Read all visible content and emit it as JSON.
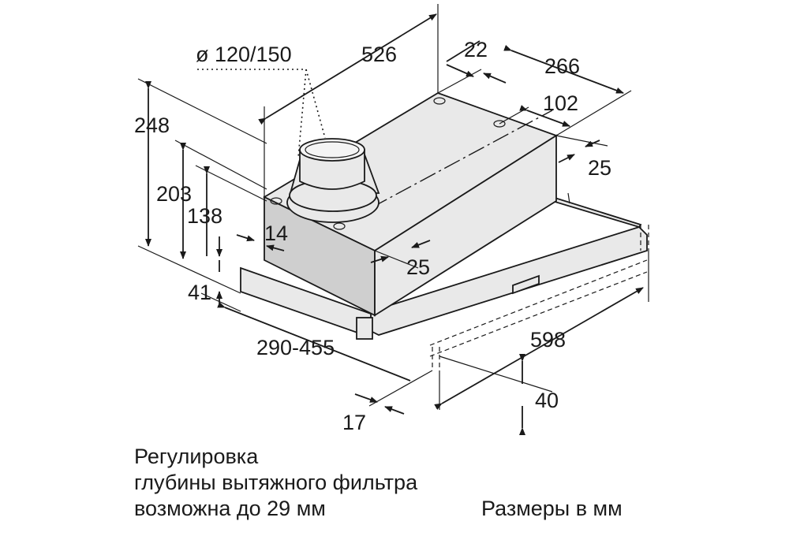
{
  "dimensions": {
    "duct_diameter": "ø 120/150",
    "depth_top": "526",
    "offset_22": "22",
    "depth_266": "266",
    "offset_102": "102",
    "offset_25_right": "25",
    "height_248": "248",
    "height_203": "203",
    "height_138": "138",
    "offset_14": "14",
    "offset_25_front": "25",
    "height_41": "41",
    "depth_range": "290-455",
    "width_598": "598",
    "height_40": "40",
    "offset_17": "17"
  },
  "note": {
    "line1": "Регулировка",
    "line2": "глубины вытяжного фильтра",
    "line3": "возможна до 29 мм"
  },
  "units_label": "Размеры в мм"
}
